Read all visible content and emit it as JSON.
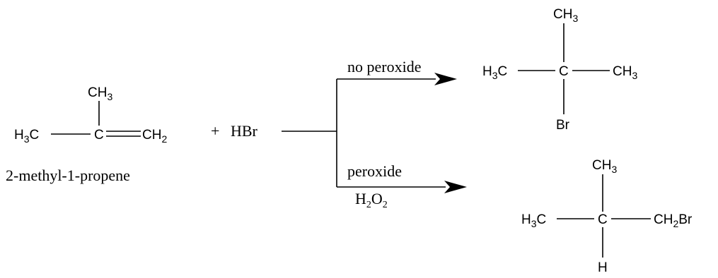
{
  "reactant": {
    "methyl": {
      "text": "CH",
      "sub": "3"
    },
    "left": {
      "pre": "H",
      "sub": "3",
      "post": "C"
    },
    "center": "C",
    "right": {
      "pre": "CH",
      "sub": "2"
    },
    "name": "2-methyl-1-propene"
  },
  "reagent": {
    "plus": "+",
    "formula": "HBr"
  },
  "branch_upper": {
    "condition": "no peroxide"
  },
  "branch_lower": {
    "condition": "peroxide",
    "agent": {
      "pre": "H",
      "sub1": "2",
      "mid": "O",
      "sub2": "2"
    }
  },
  "product_upper": {
    "top": {
      "text": "CH",
      "sub": "3"
    },
    "left": {
      "pre": "H",
      "sub": "3",
      "post": "C"
    },
    "center": "C",
    "right": {
      "text": "CH",
      "sub": "3"
    },
    "bottom": "Br"
  },
  "product_lower": {
    "top": {
      "text": "CH",
      "sub": "3"
    },
    "left": {
      "pre": "H",
      "sub": "3",
      "post": "C"
    },
    "center": "C",
    "right": {
      "pre": "CH",
      "sub": "2",
      "post": "Br"
    },
    "bottom": "H"
  }
}
